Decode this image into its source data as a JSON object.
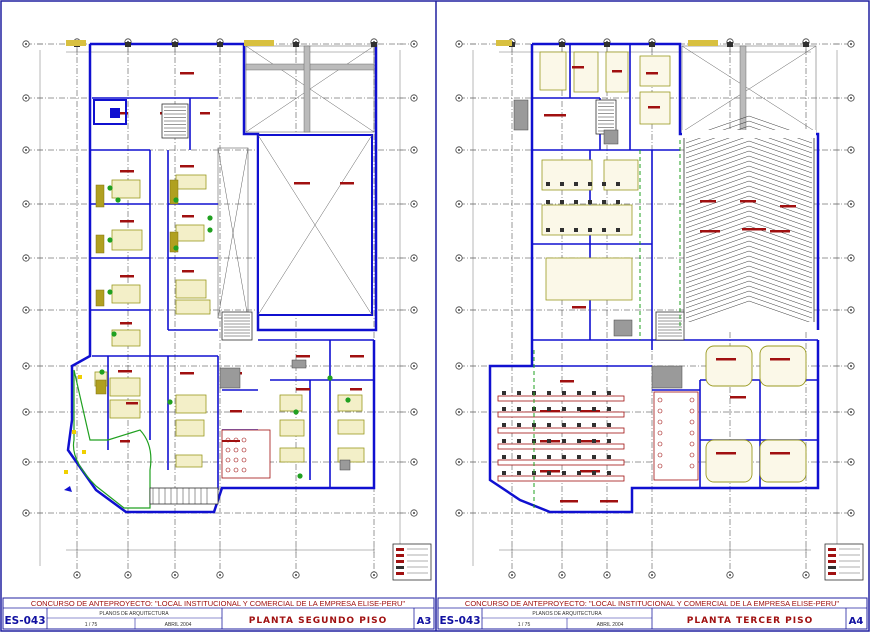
{
  "sheets": [
    {
      "code": "ES-043",
      "contest": "CONCURSO DE ANTEPROYECTO: \"LOCAL INSTITUCIONAL Y COMERCIAL DE LA EMPRESA ELISE-PERU\"",
      "category": "PLANOS DE ARQUITECTURA",
      "scale": "1 / 75",
      "date": "ABRIL 2004",
      "title": "PLANTA SEGUNDO PISO",
      "sheet_no": "A3"
    },
    {
      "code": "ES-043",
      "contest": "CONCURSO DE ANTEPROYECTO: \"LOCAL INSTITUCIONAL Y COMERCIAL DE LA EMPRESA ELISE-PERU\"",
      "category": "PLANOS DE ARQUITECTURA",
      "scale": "1 / 75",
      "date": "ABRIL 2004",
      "title": "PLANTA TERCER PISO",
      "sheet_no": "A4"
    }
  ],
  "colors": {
    "wall": "#1010d0",
    "grid": "#303030",
    "dim": "#707070",
    "furniture": "#9a9a20",
    "accent": "#a01010",
    "hatch": "#202020",
    "green": "#20a020",
    "frame": "#2020a0",
    "yellow": "#f0d000"
  }
}
